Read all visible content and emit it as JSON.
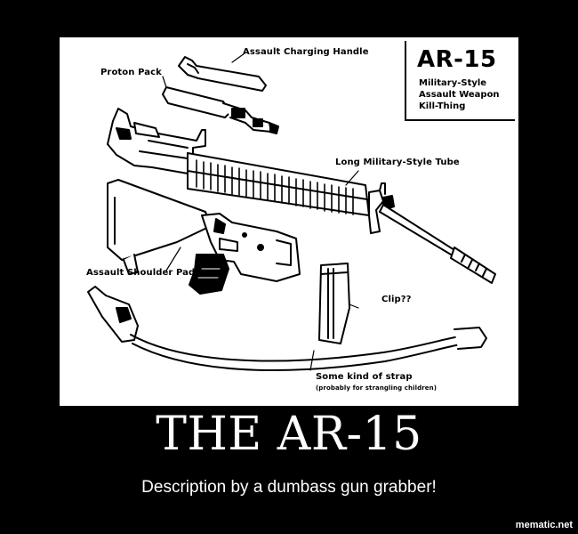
{
  "diagram": {
    "title": "AR-15",
    "title_lines": [
      "Military-Style",
      "Assault Weapon",
      "Kill-Thing"
    ],
    "labels": {
      "charging_handle": "Assault Charging Handle",
      "proton_pack": "Proton Pack",
      "long_tube": "Long Military-Style Tube",
      "shoulder_pad": "Assault Shoulder Pad",
      "clip": "Clip??",
      "strap": "Some kind of strap",
      "strap_note": "(probably for strangling children)"
    }
  },
  "caption": {
    "title": "THE AR-15",
    "subtitle": "Description by a dumbass gun grabber!"
  },
  "watermark": "mematic.net"
}
